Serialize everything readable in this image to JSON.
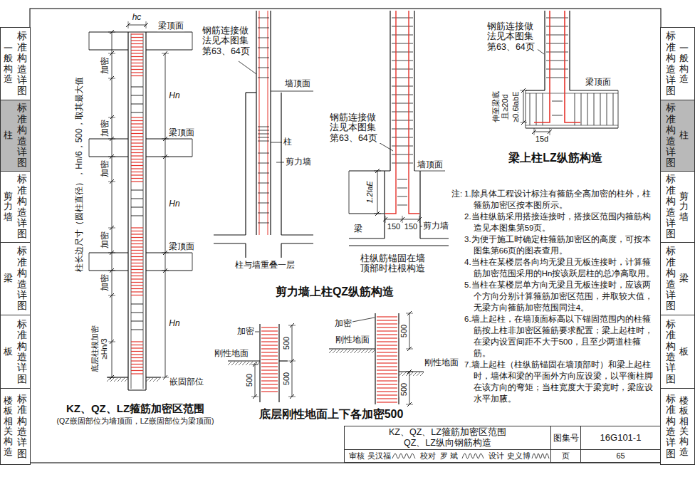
{
  "diagram": {
    "nodes": [
      {
        "text": [
          "标准构造详图",
          "一般构造"
        ]
      },
      {
        "text": [
          "标准构造详图",
          "柱"
        ]
      },
      {
        "text": [
          "标准构造详图",
          "剪力墙"
        ]
      },
      {
        "text": [
          "标准构造详图",
          "梁"
        ]
      },
      {
        "text": [
          "标准构造详图",
          "板"
        ]
      },
      {
        "text": [
          "标准构造详图",
          "楼板相关构造"
        ]
      },
      {
        "text": [
          "KZ、QZ、LZ箍筋加密区范围",
          "QZ、LZ纵向钢筋构造"
        ]
      },
      {
        "text": [
          "图集号"
        ]
      },
      {
        "text": [
          "16G101-1"
        ]
      },
      {
        "text": [
          "审核",
          "吴汉福",
          "校对",
          "罗 斌",
          "设计",
          "史义博"
        ]
      },
      {
        "text": [
          "页"
        ]
      },
      {
        "text": [
          "65"
        ]
      },
      {
        "text": [
          "标准构造详图",
          "一般构造"
        ]
      },
      {
        "text": [
          "标准构造详图",
          "柱"
        ]
      },
      {
        "text": [
          "标准构造详图",
          "剪力墙"
        ]
      },
      {
        "text": [
          "标准构造详图",
          "梁"
        ]
      },
      {
        "text": [
          "标准构造详图",
          "板"
        ]
      },
      {
        "text": [
          "标准构造详图",
          "楼板相关构造"
        ]
      }
    ],
    "labels": [
      "hc",
      "梁顶面",
      "柱长边尺寸（圆柱直径），Hn/6，500，取其最大值",
      "加密",
      "Hn",
      "加密",
      "梁顶面",
      "加密",
      "Hn",
      "加密",
      "梁顶面",
      "加密",
      "Hn",
      "底层柱根加密 ≥Hn/3",
      "嵌固部位",
      "KZ、QZ、LZ箍筋加密区范围",
      "(QZ嵌固部位为墙顶面，LZ嵌固部位为梁顶面)",
      "钢筋连接做 法见本图集 第63、64页",
      "墙顶面",
      "柱",
      "剪力墙",
      "柱与墙重叠一层",
      "钢筋连接做 法见本图集 第63、64页",
      "墙顶面",
      "1.2laE",
      "梁",
      "150",
      "150",
      "剪力墙",
      "柱纵筋锚固在墙 顶部时柱根构造",
      "剪力墙上柱QZ纵筋构造",
      "加密",
      "刚性地面",
      "500",
      "500",
      "500",
      "加密",
      "刚性地面",
      "500",
      "刚性地面",
      "500",
      "底层刚性地面上下各加密500",
      "钢筋连接做 法见本图集 第63、64页",
      "梁顶面",
      "伸至梁底 且≥20d",
      "≥0.6labE",
      "15d",
      "梁上柱LZ纵筋构造",
      "注:",
      "1.除具体工程设计标注有箍筋全高加密的柱外，柱箍筋加密区按本图所示。",
      "2.当柱纵筋采用搭接连接时，搭接区范围内箍筋构造见本图集第59页。",
      "3.为便于施工时确定柱箍筋加密区的高度，可按本图集第66页的图表查用。",
      "4.当柱在某楼层各向均无梁且无板连接时，计算箍筋加密范围采用的Hn按该跃层柱的总净高取用。",
      "5.当柱在某楼层单方向无梁且无板连接时，应该两个方向分别计算箍筋加密区范围，并取较大值，无梁方向箍筋加密范围同注4。",
      "6.墙上起柱，在墙顶面标高以下锚固范围内的柱箍筋按上柱非加密区箍筋要求配置；梁上起柱时，在梁内设置间距不大于500，且至少两道柱箍筋。",
      "7.墙上起柱（柱纵筋锚固在墙顶部时）和梁上起柱时，墙体和梁的平面外方向应设梁，以平衡柱脚在该方向的弯矩；当柱宽度大于梁宽时，梁应设水平加腋。"
    ]
  }
}
